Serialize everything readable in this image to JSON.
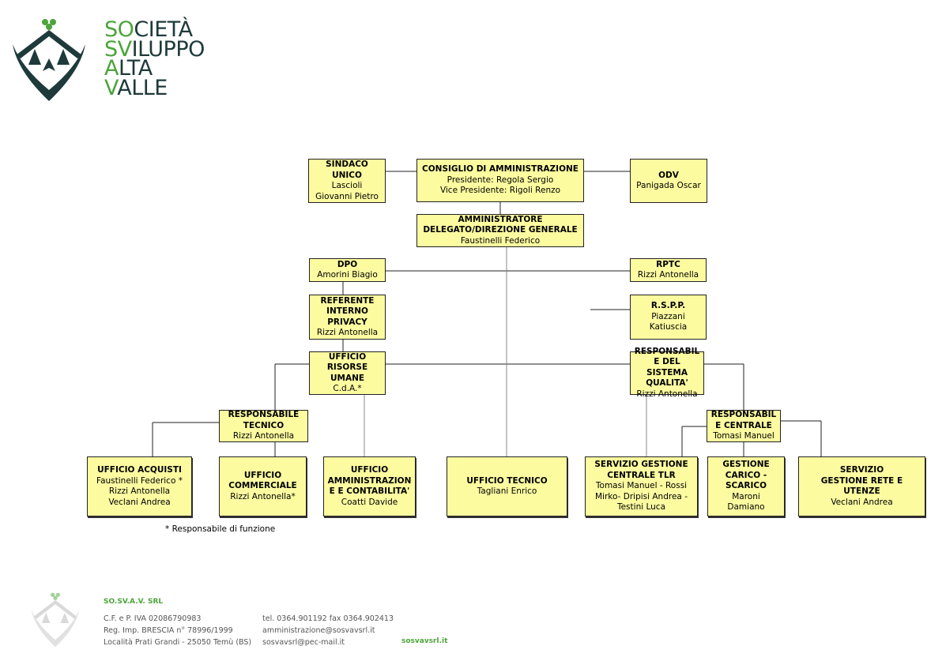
{
  "brand": {
    "line1": {
      "accent": "SO",
      "rest": "CIETÀ"
    },
    "line2": {
      "accent": "SV",
      "rest": "ILUPPO"
    },
    "line3": {
      "accent": "A",
      "rest": "LTA"
    },
    "line4": {
      "accent": "V",
      "rest": "ALLE"
    }
  },
  "colors": {
    "box_fill": "#fdfba0",
    "brand_green": "#4ca43a",
    "brand_dark": "#1e3a3a"
  },
  "boxes": {
    "sindaco": {
      "title": "SINDACO\nUNICO",
      "sub": "Lascioli\nGiovanni Pietro"
    },
    "cda": {
      "title": "CONSIGLIO DI AMMINISTRAZIONE",
      "sub": "Presidente: Regola Sergio\nVice Presidente:  Rigoli Renzo"
    },
    "odv": {
      "title": "ODV",
      "sub": "Panigada Oscar"
    },
    "ad": {
      "title": "AMMINISTRATORE\nDELEGATO/DIREZIONE GENERALE",
      "sub": "Faustinelli Federico"
    },
    "dpo": {
      "title": "DPO",
      "sub": "Amorini Biagio"
    },
    "rptc": {
      "title": "RPTC",
      "sub": "Rizzi Antonella"
    },
    "privacy": {
      "title": "REFERENTE\nINTERNO\nPRIVACY",
      "sub": "Rizzi Antonella"
    },
    "rspp": {
      "title": "R.S.P.P.",
      "sub": "Piazzani\nKatiuscia"
    },
    "hr": {
      "title": "UFFICIO\nRISORSE\nUMANE",
      "sub": "C.d.A.*"
    },
    "qualita": {
      "title": "RESPONSABIL\nE DEL SISTEMA\nQUALITA'",
      "sub": "Rizzi Antonella"
    },
    "resp_tecnico": {
      "title": "RESPONSABILE\nTECNICO",
      "sub": "Rizzi Antonella"
    },
    "resp_centrale": {
      "title": "RESPONSABIL\nE CENTRALE",
      "sub": "Tomasi Manuel"
    },
    "acquisti": {
      "title": "UFFICIO ACQUISTI",
      "sub": "Faustinelli Federico *\nRizzi Antonella\nVeclani Andrea"
    },
    "commerciale": {
      "title": "UFFICIO\nCOMMERCIALE",
      "sub": "Rizzi Antonella*"
    },
    "amministrazione": {
      "title": "UFFICIO\nAMMINISTRAZION\nE E CONTABILITA'",
      "sub": "Coatti Davide"
    },
    "tecnico": {
      "title": "UFFICIO TECNICO",
      "sub": "Tagliani Enrico"
    },
    "tlr": {
      "title": "SERVIZIO GESTIONE\nCENTRALE TLR",
      "sub": "Tomasi Manuel - Rossi\nMirko- Dripisi Andrea -\nTestini Luca"
    },
    "carico": {
      "title": "GESTIONE\nCARICO -\nSCARICO",
      "sub": "Maroni\nDamiano"
    },
    "rete": {
      "title": "SERVIZIO\nGESTIONE RETE E\nUTENZE",
      "sub": "Veclani Andrea"
    }
  },
  "note": "* Responsabile di funzione",
  "footer": {
    "company": "SO.SV.A.V. SRL",
    "left": [
      "C.F. e P. IVA 02086790983",
      "Reg. Imp. BRESCIA n° 78996/1999",
      "Località Prati Grandi - 25050 Temù  (BS)"
    ],
    "right": [
      "tel. 0364.901192 fax 0364.902413",
      "amministrazione@sosvavsrl.it",
      "sosvavsrl@pec-mail.it"
    ],
    "website": "sosvavsrl.it"
  }
}
